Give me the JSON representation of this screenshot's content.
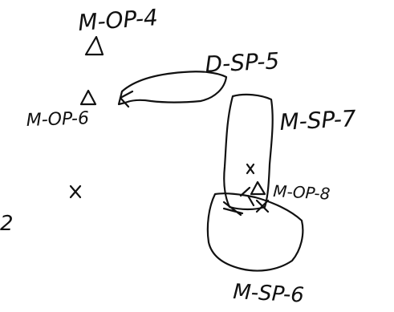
{
  "labels": {
    "m_op_4": "M-OP-4",
    "d_sp_5": "D-SP-5",
    "m_op_6": "M-OP-6",
    "m_sp_7": "M-SP-7",
    "m_op_8": "M-OP-8",
    "m_sp_6": "M-SP-6",
    "cut_edge": "2"
  },
  "ink_color": "#111111"
}
